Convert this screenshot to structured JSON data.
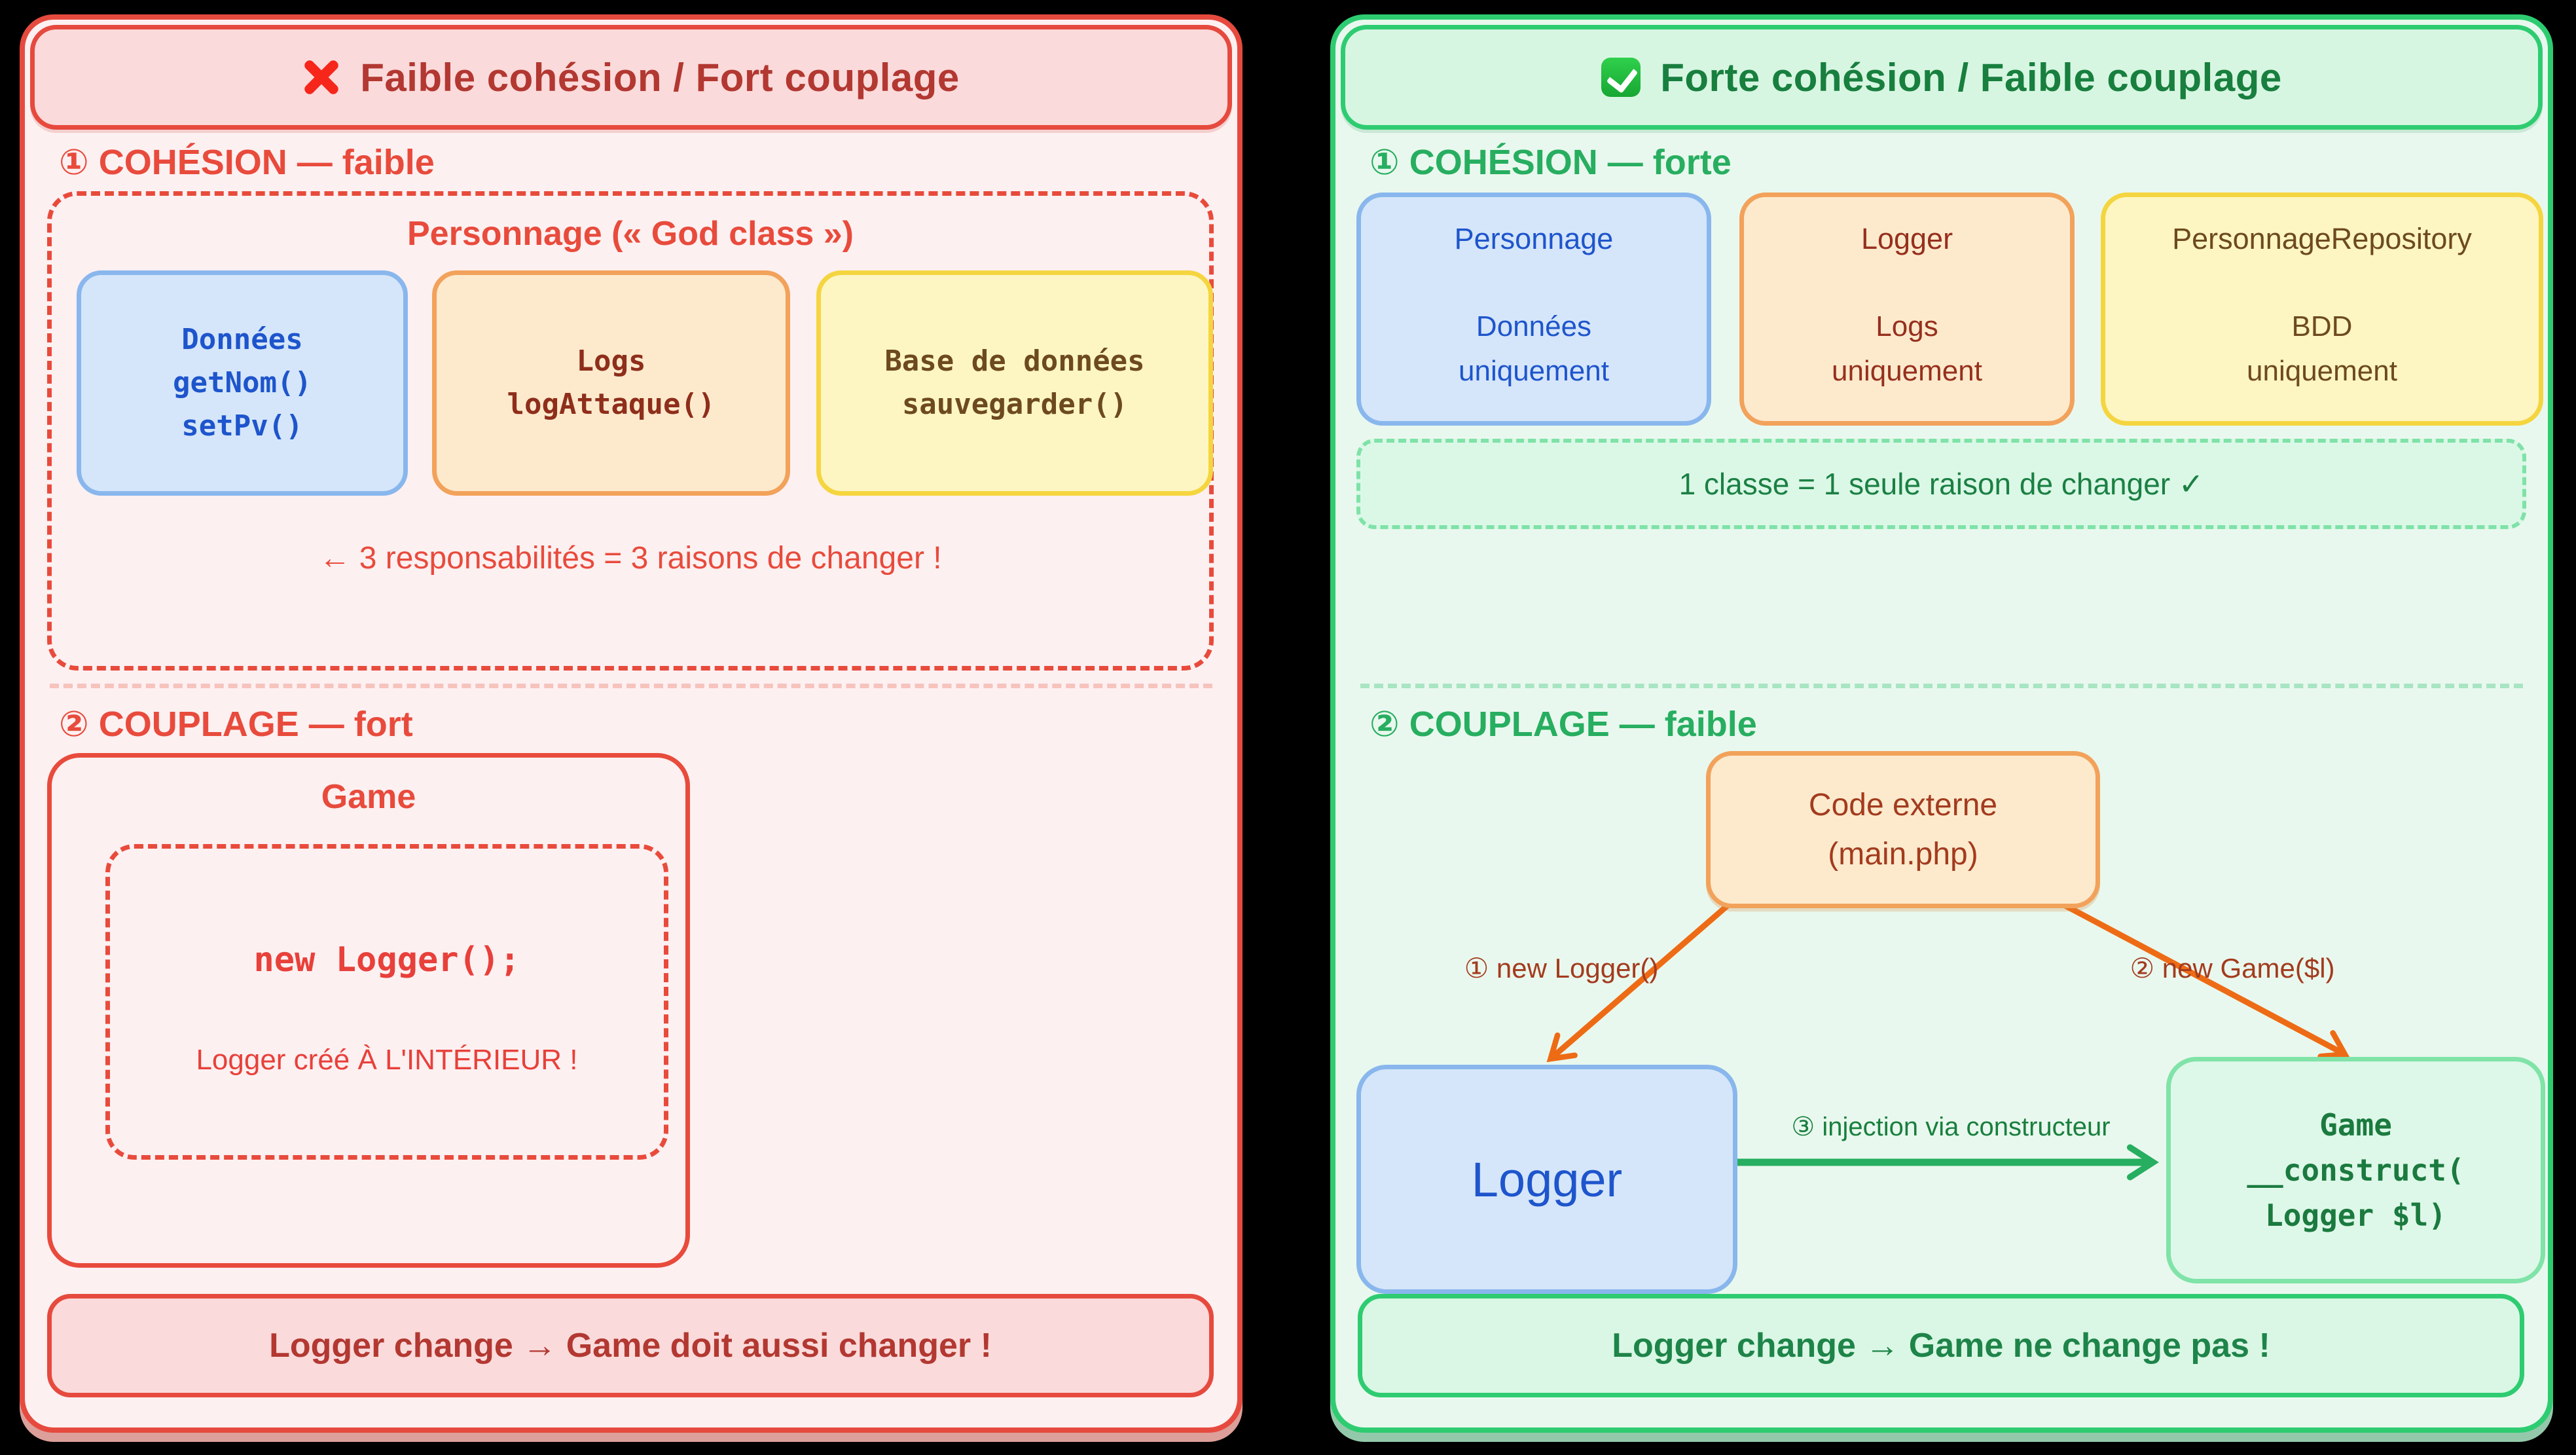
{
  "colors": {
    "left_accent": "#e84b3c",
    "left_dark_text": "#b23831",
    "right_accent": "#27ae60",
    "right_dark_text": "#187f3e",
    "blue_box_text": "#1e55cc",
    "orange_box_text": "#8e2e1b",
    "yellow_box_text": "#6d4a1e",
    "orange_arrow": "#ee6b15",
    "cross_icon_red": "#f6261b",
    "check_icon_green": "#21c23e"
  },
  "left": {
    "title": "Faible cohésion / Fort couplage",
    "cohesion_label": "① COHÉSION — faible",
    "god_class_title": "Personnage (« God class »)",
    "god_boxes": [
      {
        "lines": [
          "Données",
          "getNom()",
          "setPv()"
        ]
      },
      {
        "lines": [
          "Logs",
          "logAttaque()"
        ]
      },
      {
        "lines": [
          "Base de données",
          "sauvegarder()"
        ]
      }
    ],
    "responsibilities_note": "← 3 responsabilités = 3 raisons de changer !",
    "couplage_label": "② COUPLAGE — fort",
    "game_title": "Game",
    "game_code": "new Logger();",
    "game_note": "Logger créé À L'INTÉRIEUR !",
    "banner": "Logger change → Game doit aussi changer !"
  },
  "right": {
    "title": "Forte cohésion / Faible couplage",
    "cohesion_label": "① COHÉSION — forte",
    "class_boxes": [
      {
        "title": "Personnage",
        "lines": [
          "Données",
          "uniquement"
        ]
      },
      {
        "title": "Logger",
        "lines": [
          "Logs",
          "uniquement"
        ]
      },
      {
        "title": "PersonnageRepository",
        "lines": [
          "BDD",
          "uniquement"
        ]
      }
    ],
    "srp_note": "1 classe = 1 seule raison de changer ✓",
    "couplage_label": "② COUPLAGE — faible",
    "code_externe_lines": [
      "Code externe",
      "(main.php)"
    ],
    "arrow_labels": [
      "① new Logger()",
      "② new Game($l)",
      "③ injection via constructeur"
    ],
    "logger_label": "Logger",
    "game_lines": [
      "Game",
      "__construct(",
      "Logger $l)"
    ],
    "banner": "Logger change → Game ne change pas !"
  }
}
